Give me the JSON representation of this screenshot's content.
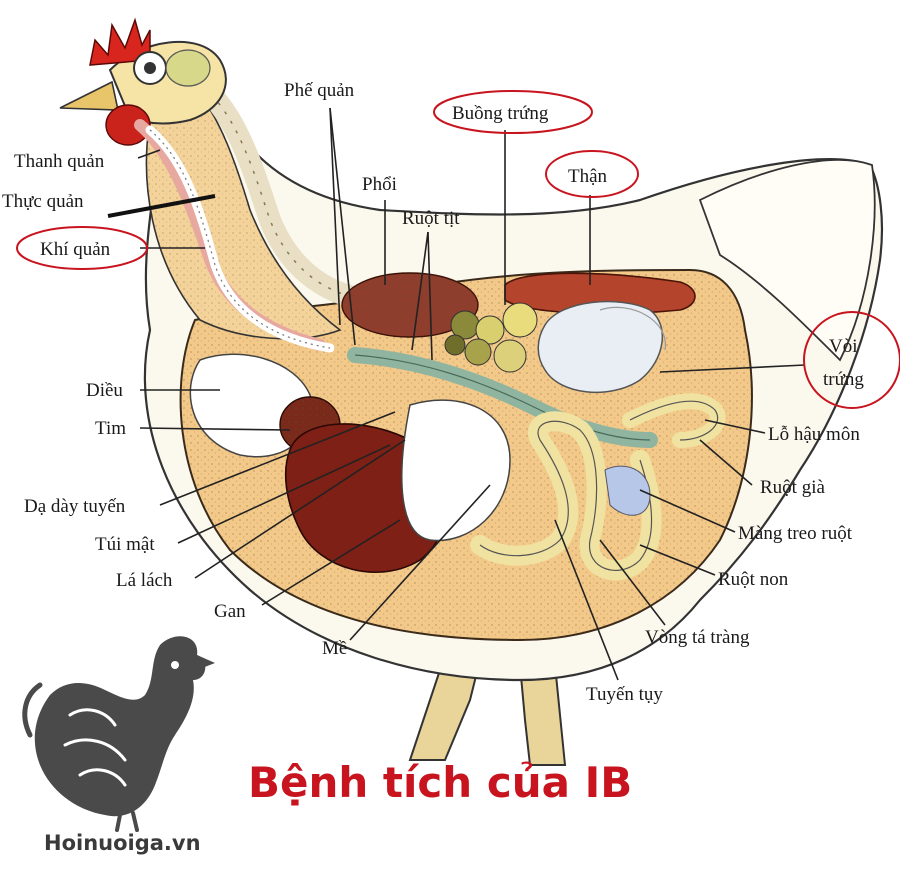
{
  "labels": {
    "thanh_quan": "Thanh quản",
    "thuc_quan": "Thực quản",
    "khi_quan": "Khí quản",
    "phe_quan": "Phế quản",
    "phoi": "Phổi",
    "ruot_tit": "Ruột tịt",
    "buong_trung": "Buồng trứng",
    "than": "Thận",
    "voi_trung_1": "Vòi",
    "voi_trung_2": "trứng",
    "dieu": "Diều",
    "tim": "Tim",
    "da_day_tuyen": "Dạ dày tuyến",
    "tui_mat": "Túi mật",
    "la_lach": "Lá lách",
    "gan": "Gan",
    "me": "Mề",
    "lo_hau_mon": "Lỗ hậu môn",
    "ruot_gia": "Ruột già",
    "mang_treo_ruot": "Màng treo ruột",
    "ruot_non": "Ruột non",
    "vong_ta_trang": "Vòng tá tràng",
    "tuyen_tuy": "Tuyến tụy"
  },
  "title": "Bệnh tích của IB",
  "site": "Hoinuoiga.vn",
  "colors": {
    "highlight": "#c8141e",
    "title": "#c8141e",
    "site": "#3a3a3a"
  },
  "icons": {
    "logo": "rooster-logo-icon"
  }
}
